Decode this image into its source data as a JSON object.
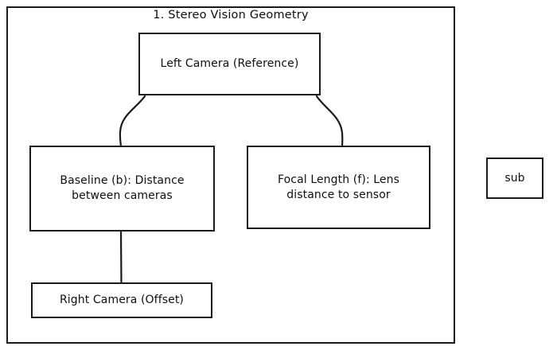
{
  "diagram": {
    "title": "1. Stereo Vision Geometry",
    "background_color": "#ffffff",
    "stroke_color": "#1a1a1a",
    "text_color": "#0f0f0f",
    "nodes": [
      {
        "id": "left-camera",
        "label": "Left Camera (Reference)"
      },
      {
        "id": "baseline",
        "label": "Baseline (b): Distance between cameras"
      },
      {
        "id": "focal-length",
        "label": "Focal Length (f): Lens distance to sensor"
      },
      {
        "id": "right-camera",
        "label": "Right Camera (Offset)"
      },
      {
        "id": "sub",
        "label": "sub"
      }
    ],
    "edges": [
      {
        "from": "left-camera",
        "to": "baseline",
        "style": "curved"
      },
      {
        "from": "left-camera",
        "to": "focal-length",
        "style": "curved"
      },
      {
        "from": "baseline",
        "to": "right-camera",
        "style": "straight"
      }
    ]
  }
}
